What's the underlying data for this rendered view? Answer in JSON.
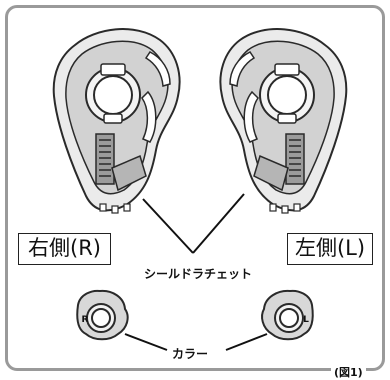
{
  "labels": {
    "right_side": "右側(R)",
    "left_side": "左側(L)",
    "shield_ratchet": "シールドラチェット",
    "collar": "カラー",
    "figure": "(図1)"
  },
  "collar_marks": {
    "right": "R",
    "left": "L"
  }
}
